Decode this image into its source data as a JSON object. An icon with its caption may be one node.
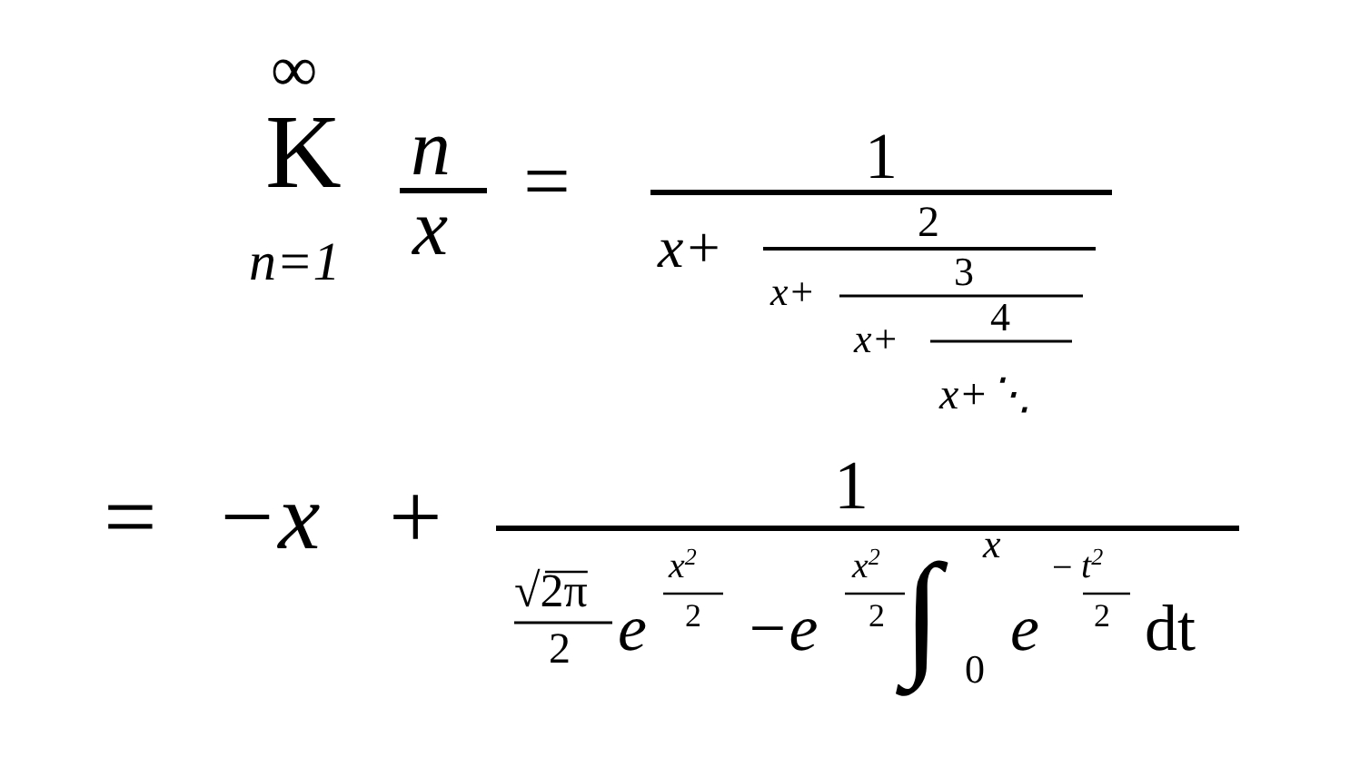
{
  "diagram": {
    "labels": [
      "∞",
      "K",
      "n=1",
      "n",
      "x",
      "=",
      "1",
      "x+",
      "2",
      "x+",
      "3",
      "x+",
      "4",
      "x+⋱",
      "=",
      "−x",
      "+",
      "1",
      "√2π",
      "2",
      "e",
      "x$^{2}$",
      "2",
      "−e",
      "x$^{2}$",
      "2",
      "∫",
      "x",
      "0",
      "e",
      "−",
      "t$^{2}$",
      "2",
      "dt"
    ]
  }
}
